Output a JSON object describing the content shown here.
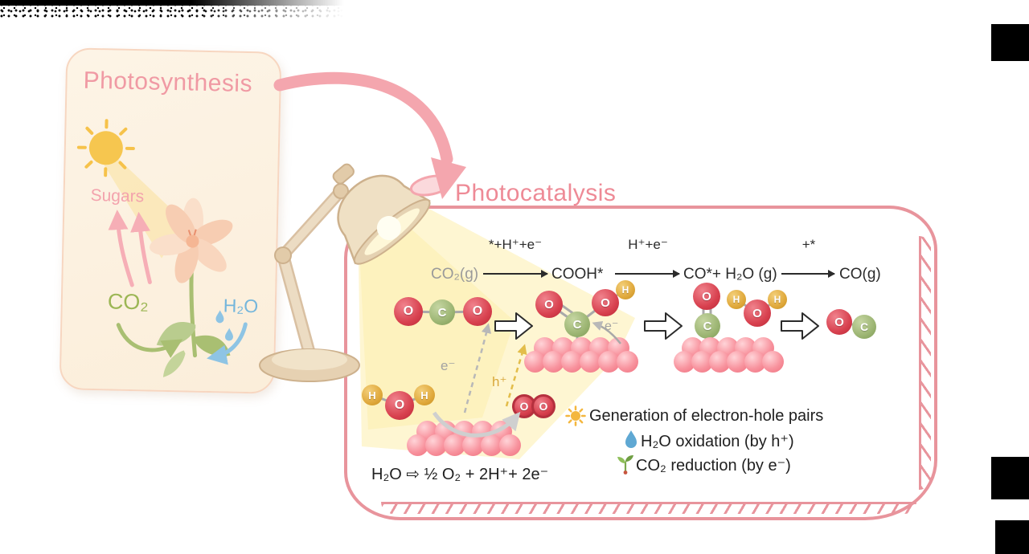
{
  "photosynthesis": {
    "title": "Photosynthesis",
    "sugars_label": "Sugars",
    "co2_label": "CO₂",
    "h2o_label": "H₂O"
  },
  "photocatalysis": {
    "title": "Photocatalysis",
    "reaction_pathway": {
      "species": [
        "CO₂(g)",
        "COOH*",
        "CO*+ H₂O (g)",
        "CO(g)"
      ],
      "conditions": [
        "*+H⁺+e⁻",
        "H⁺+e⁻",
        "+*"
      ]
    },
    "particle_labels": {
      "electron": "e⁻",
      "hole": "h⁺",
      "electron_cooh": "e⁻"
    },
    "water_oxidation_equation": "H₂O ⇨ ½ O₂ + 2H⁺+ 2e⁻",
    "legend": [
      {
        "icon": "sun-icon",
        "text": "Generation of electron-hole pairs"
      },
      {
        "icon": "water-drop-icon",
        "text": "H₂O oxidation (by h⁺)"
      },
      {
        "icon": "seedling-icon",
        "text": "CO₂ reduction (by e⁻)"
      }
    ],
    "atom_symbols": {
      "oxygen": "O",
      "carbon": "C",
      "hydrogen": "H"
    }
  },
  "colors": {
    "accent_pink": "#ee8a96",
    "panel_cream": "#fdf3e2",
    "co2_green": "#9cb654",
    "h2o_blue": "#74b6dc",
    "light_yellow": "#fceb9c",
    "catalyst_pink": "#f8939e",
    "oxygen_red": "#d8414f",
    "carbon_green": "#9cb573",
    "hydrogen_gold": "#e0a93c"
  }
}
